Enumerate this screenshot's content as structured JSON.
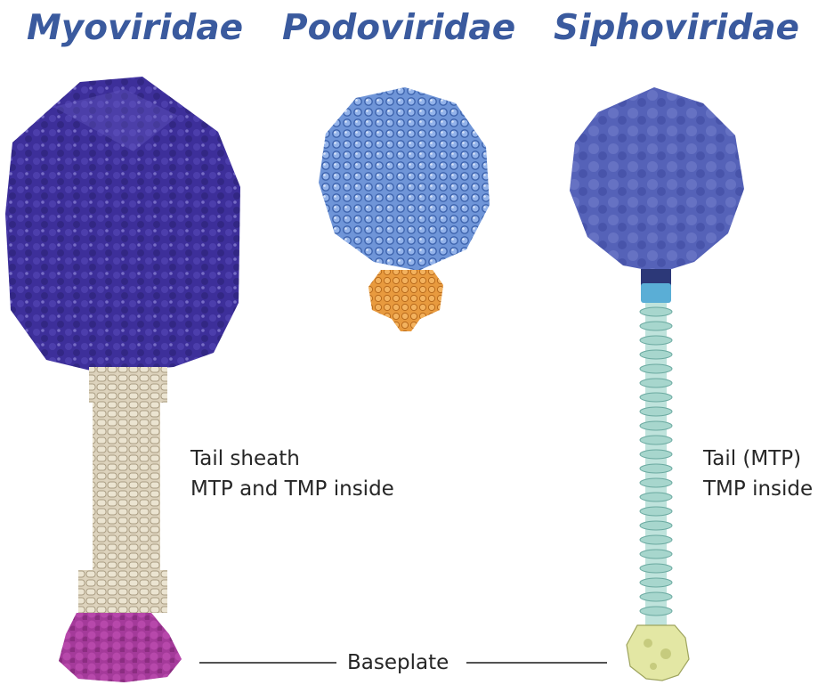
{
  "titles": {
    "myoviridae": "Myoviridae",
    "podoviridae": "Podoviridae",
    "siphoviridae": "Siphoviridae"
  },
  "labels": {
    "myo_tail_line1": "Tail sheath",
    "myo_tail_line2": "MTP and TMP inside",
    "sipho_tail_line1": "Tail (MTP)",
    "sipho_tail_line2": "TMP inside",
    "baseplate": "Baseplate"
  },
  "colors": {
    "title": "#3a5a9e",
    "myo_capsid": "#3d2f9a",
    "myo_sheath": "#ddd3bd",
    "myo_baseplate": "#a43a9a",
    "podo_capsid": "#6f95d8",
    "podo_tail": "#e89a3e",
    "sipho_capsid": "#5562b8",
    "sipho_connector": "#5aaed6",
    "sipho_tail": "#bfe3dc",
    "sipho_baseplate": "#e3e7a4"
  }
}
